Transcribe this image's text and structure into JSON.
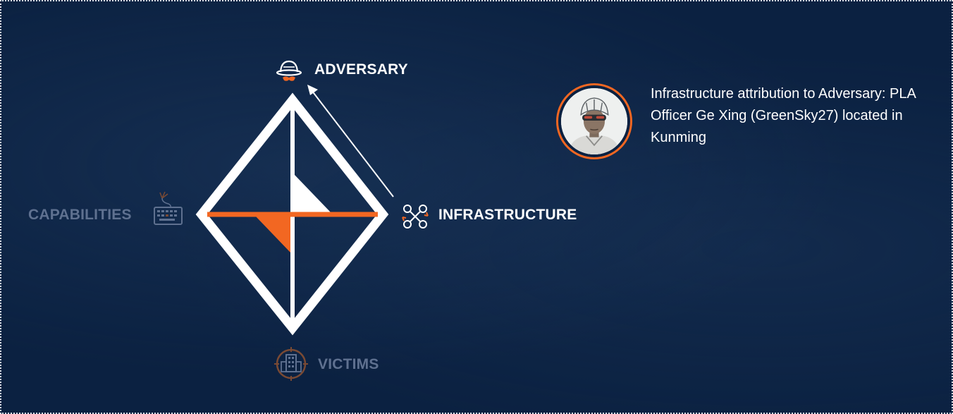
{
  "diagram": {
    "vertices": {
      "adversary": "ADVERSARY",
      "capabilities": "CAPABILITIES",
      "infrastructure": "INFRASTRUCTURE",
      "victims": "VICTIMS"
    },
    "active_vertices": [
      "adversary",
      "infrastructure"
    ],
    "pivot_from": "infrastructure",
    "pivot_to": "adversary"
  },
  "attribution": {
    "caption": "Infrastructure attribution to Adversary: PLA Officer Ge Xing (GreenSky27) located in Kunming"
  },
  "colors": {
    "background": "#0b2141",
    "accent": "#f26722",
    "active_text": "#ffffff",
    "inactive_text": "#5f7190",
    "diamond": "#ffffff"
  },
  "icons": {
    "adversary": "spy-hat-icon",
    "capabilities": "keyboard-icon",
    "infrastructure": "network-nodes-icon",
    "victims": "building-target-icon"
  }
}
